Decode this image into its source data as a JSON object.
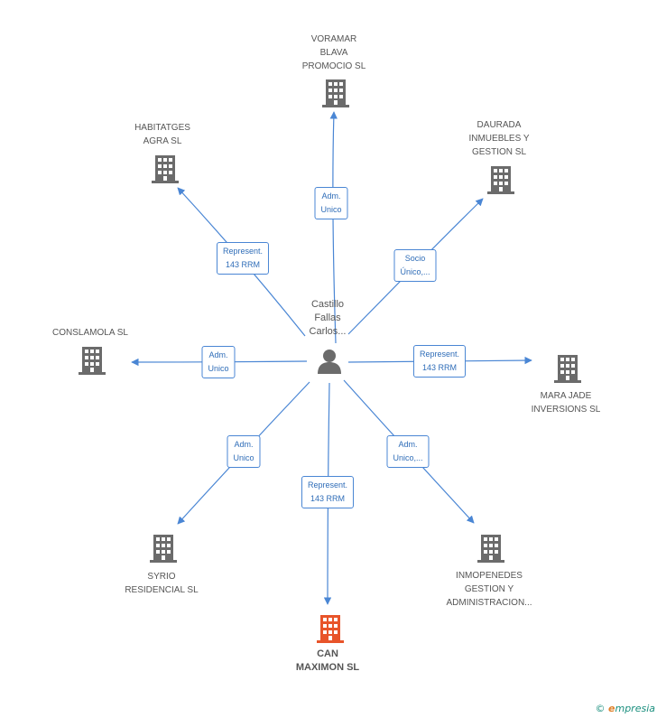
{
  "center": {
    "name": [
      "Castillo",
      "Fallas",
      "Carlos..."
    ],
    "icon": "person-icon"
  },
  "nodes": [
    {
      "id": "voramar",
      "lines": [
        "VORAMAR",
        "BLAVA",
        "PROMOCIO SL"
      ],
      "highlight": false
    },
    {
      "id": "habitatges",
      "lines": [
        "HABITATGES",
        "AGRA SL"
      ],
      "highlight": false
    },
    {
      "id": "daurada",
      "lines": [
        "DAURADA",
        "INMUEBLES Y",
        "GESTION  SL"
      ],
      "highlight": false
    },
    {
      "id": "conslamola",
      "lines": [
        "CONSLAMOLA SL"
      ],
      "highlight": false
    },
    {
      "id": "marajade",
      "lines": [
        "MARA JADE",
        "INVERSIONS SL"
      ],
      "highlight": false
    },
    {
      "id": "syrio",
      "lines": [
        "SYRIO",
        "RESIDENCIAL SL"
      ],
      "highlight": false
    },
    {
      "id": "inmopenedes",
      "lines": [
        "INMOPENEDES",
        "GESTION Y",
        "ADMINISTRACION..."
      ],
      "highlight": false
    },
    {
      "id": "canmaximon",
      "lines": [
        "CAN",
        "MAXIMON SL"
      ],
      "highlight": true
    }
  ],
  "edges": [
    {
      "to": "voramar",
      "lines": [
        "Adm.",
        "Unico"
      ]
    },
    {
      "to": "habitatges",
      "lines": [
        "Represent.",
        "143 RRM"
      ]
    },
    {
      "to": "daurada",
      "lines": [
        "Socio",
        "Único,..."
      ]
    },
    {
      "to": "conslamola",
      "lines": [
        "Adm.",
        "Unico"
      ]
    },
    {
      "to": "marajade",
      "lines": [
        "Represent.",
        "143 RRM"
      ]
    },
    {
      "to": "syrio",
      "lines": [
        "Adm.",
        "Unico"
      ]
    },
    {
      "to": "inmopenedes",
      "lines": [
        "Adm.",
        "Unico,..."
      ]
    },
    {
      "to": "canmaximon",
      "lines": [
        "Represent.",
        "143 RRM"
      ]
    }
  ],
  "colors": {
    "edge": "#4a86d4",
    "building": "#6b6b6b",
    "highlight": "#e8542a",
    "person": "#6b6b6b"
  },
  "footer": {
    "copyright": "©",
    "brand_e": "e",
    "brand_rest": "mpresia"
  }
}
